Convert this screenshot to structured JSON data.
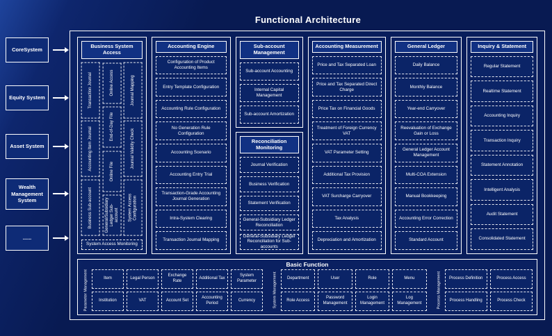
{
  "title": "Functional Architecture",
  "left_systems": [
    "CoreSystem",
    "Equity System",
    "Asset System",
    "Wealth Management System",
    "......"
  ],
  "business_system_access": {
    "header": "Business System Access",
    "col_a": [
      "Transaction Journal",
      "Accounting Item Journal",
      "Business Sub-account"
    ],
    "col_b": [
      "Online Access",
      "End-of-Day File",
      "Online File",
      "General/Subsidiary Ledger Sub-account"
    ],
    "col_c": [
      "Journal Mapping",
      "Journal Validity Check",
      "System Access Configuration"
    ],
    "bottom": "System Access Monitoring"
  },
  "accounting_engine": {
    "header": "Accounting Engine",
    "items": [
      "Configuration of Product Accounting Items",
      "Entry Template Configuration",
      "Accounting Rule Configuration",
      "No Generation Rule Configuration",
      "Accounting Scenario",
      "Accounting Entry Trial",
      "Transaction-Grade Accounting Journal Generation",
      "Intra-System Clearing",
      "Transaction Journal Mapping"
    ]
  },
  "sub_account": {
    "header": "Sub-account Management",
    "items": [
      "Sub-account Accounting",
      "Internal Capital Management",
      "Sub-account Amortization"
    ]
  },
  "reconciliation": {
    "header": "Reconciliation Monitoring",
    "items": [
      "Journal Verification",
      "Business Verification",
      "Statement Verification",
      "General-Subsidiary Ledger Reconciliation",
      "General-Subsidiary Ledger Reconciliation for Sub-accounts"
    ]
  },
  "accounting_measurement": {
    "header": "Accounting Measurement",
    "items": [
      "Price and Tax Separated Loan",
      "Price and Tax Separated Direct Charge",
      "Price Tax on Financial Goods",
      "Treatment of Foreign Currency VAT",
      "VAT Parameter Setting",
      "Additional Tax Provision",
      "VAT Surcharge Carryover",
      "Tax Analysis",
      "Depreciation and Amortization"
    ]
  },
  "general_ledger": {
    "header": "General Ledger",
    "items": [
      "Daily Balance",
      "Monthly Balance",
      "Year-end Carryover",
      "Reevaluation of Exchange Gain or Loss",
      "General Ledger Account Management",
      "Multi-COA Extension",
      "Manual Bookkeeping",
      "Accounting Error Correction",
      "Standard Account"
    ]
  },
  "inquiry_statement": {
    "header": "Inquiry & Statement",
    "items": [
      "Regular Statement",
      "Realtime Statement",
      "Accounting Inquiry",
      "Transaction Inquiry",
      "Statement Annotation",
      "Intelligent Analysis",
      "Audit Statement",
      "Consolidated Statement"
    ]
  },
  "basic_function": {
    "title": "Basic Function",
    "groups": [
      {
        "label": "Parameter Management",
        "row1": [
          "Item",
          "Legal Person",
          "Exchange Rate",
          "Additional Tax",
          "System Parameter"
        ],
        "row2": [
          "Institution",
          "VAT",
          "Account Set",
          "Accounting Period",
          "Currency"
        ]
      },
      {
        "label": "System Management",
        "row1": [
          "Department",
          "User",
          "Role",
          "Menu"
        ],
        "row2": [
          "Role Access",
          "Password Management",
          "Login Management",
          "Log Management"
        ]
      },
      {
        "label": "Process Management",
        "row1": [
          "Process Definition",
          "Process Access"
        ],
        "row2": [
          "Process Handling",
          "Process Check"
        ]
      }
    ]
  }
}
